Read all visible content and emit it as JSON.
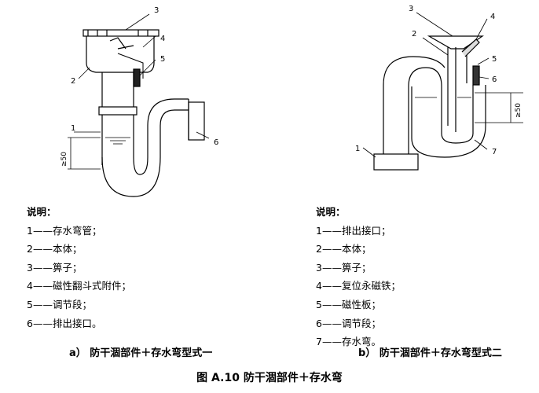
{
  "diagram_a": {
    "callouts": [
      "1",
      "2",
      "3",
      "4",
      "5",
      "6"
    ],
    "dimension": "≥50"
  },
  "diagram_b": {
    "callouts": [
      "1",
      "2",
      "3",
      "4",
      "5",
      "6",
      "7"
    ],
    "dimension": "≥50"
  },
  "legend_a": {
    "title": "说明：",
    "items": [
      "1——存水弯管；",
      "2——本体；",
      "3——箅子；",
      "4——磁性翻斗式附件；",
      "5——调节段；",
      "6——排出接口。"
    ]
  },
  "legend_b": {
    "title": "说明：",
    "items": [
      "1——排出接口；",
      "2——本体；",
      "3——箅子；",
      "4——复位永磁铁；",
      "5——磁性板；",
      "6——调节段；",
      "7——存水弯。"
    ]
  },
  "caption_a": "a）  防干涸部件＋存水弯型式一",
  "caption_b": "b）  防干涸部件＋存水弯型式二",
  "figure_caption": "图 A.10   防干涸部件＋存水弯"
}
